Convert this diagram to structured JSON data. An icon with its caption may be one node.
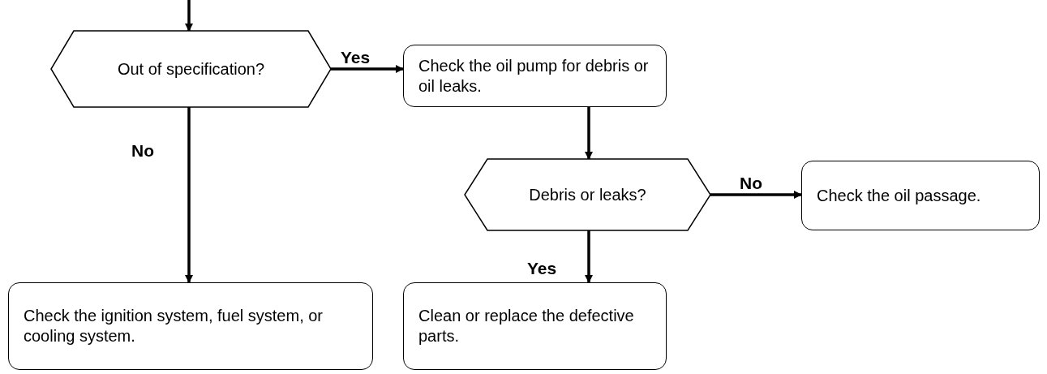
{
  "diagram": {
    "nodes": [
      {
        "text": [
          "Out of specification?"
        ]
      },
      {
        "text": [
          "Check the oil pump for debris or oil leaks."
        ]
      },
      {
        "text": [
          "Debris or leaks?"
        ]
      },
      {
        "text": [
          "Check the oil passage."
        ]
      },
      {
        "text": [
          "Check the ignition system, fuel system, or cooling system."
        ]
      },
      {
        "text": [
          "Clean or replace the defective parts."
        ]
      }
    ],
    "edges": [
      {
        "from": null,
        "to": 0,
        "arrow": "to"
      },
      {
        "from": 0,
        "to": 1,
        "arrow": "to",
        "label": "Yes"
      },
      {
        "from": 0,
        "to": 4,
        "arrow": "to",
        "label": "No"
      },
      {
        "from": 1,
        "to": 2,
        "arrow": "to"
      },
      {
        "from": 2,
        "to": 3,
        "arrow": "to",
        "label": "No"
      },
      {
        "from": 2,
        "to": 5,
        "arrow": "to",
        "label": "Yes"
      }
    ]
  }
}
